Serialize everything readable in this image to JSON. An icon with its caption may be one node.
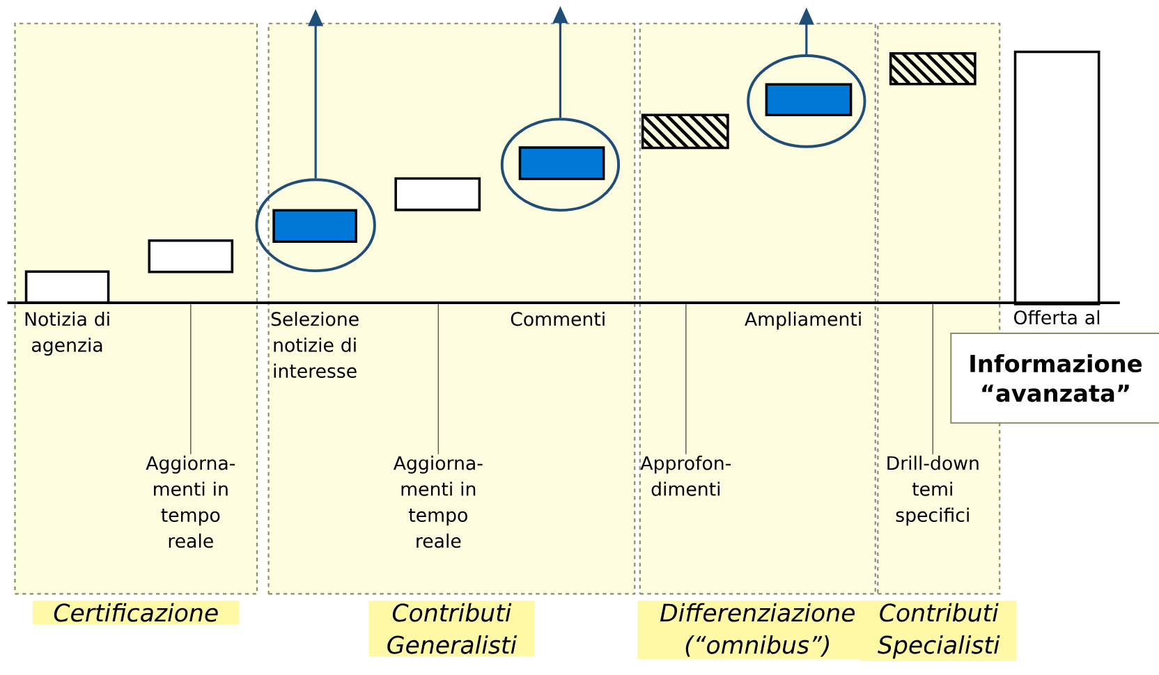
{
  "diagram": {
    "nodes": [
      {
        "text": [
          "Certificazione"
        ]
      },
      {
        "text": [],
        "shape": "bar",
        "in": 0,
        "beside": [
          "Notizia di agenzia"
        ]
      },
      {
        "text": [],
        "shape": "bar",
        "in": 0
      },
      {
        "text": [
          "Contributi Generalisti"
        ]
      },
      {
        "text": [],
        "shape": "circle",
        "in": 3
      },
      {
        "text": [],
        "shape": "bar",
        "in": 4,
        "beside": [
          "Selezione notizie di interesse"
        ]
      },
      {
        "text": [],
        "shape": "bar",
        "in": 3
      },
      {
        "text": [],
        "shape": "circle",
        "in": 3
      },
      {
        "text": [],
        "shape": "bar",
        "in": 7
      },
      {
        "text": [
          "Differenziazione (“omnibus”)"
        ]
      },
      {
        "text": [],
        "shape": "bar",
        "in": 9
      },
      {
        "text": [],
        "shape": "circle",
        "in": 9
      },
      {
        "text": [],
        "shape": "bar",
        "in": 11
      },
      {
        "text": [
          "Contributi Specialisti"
        ]
      },
      {
        "text": [],
        "shape": "bar",
        "in": 13
      },
      {
        "text": [],
        "shape": "bar",
        "beside": [
          "Offerta al"
        ]
      },
      {
        "text": [
          "Informazione “avanzata”"
        ]
      },
      {
        "text": [
          "Aggiorna- menti in tempo reale"
        ],
        "in": 0
      },
      {
        "text": [
          "Aggiorna- menti in tempo reale"
        ],
        "in": 3
      },
      {
        "text": [
          "Approfon- dimenti"
        ],
        "in": 9
      },
      {
        "text": [
          "Drill-down temi specifici"
        ],
        "in": 13
      }
    ],
    "edges": [
      {
        "from": 4,
        "to": null,
        "arrow": "to",
        "color": "#1f4e79"
      },
      {
        "from": 7,
        "to": null,
        "arrow": "to",
        "color": "#1f4e79"
      },
      {
        "from": 11,
        "to": null,
        "arrow": "to",
        "color": "#1f4e79"
      },
      {
        "from": 17,
        "to": null,
        "arrow": "none"
      },
      {
        "from": 18,
        "to": null,
        "arrow": "none"
      },
      {
        "from": 19,
        "to": null,
        "arrow": "none"
      },
      {
        "from": 20,
        "to": null,
        "arrow": "none"
      }
    ],
    "labels": [
      "Commenti",
      "Ampliamenti"
    ]
  }
}
